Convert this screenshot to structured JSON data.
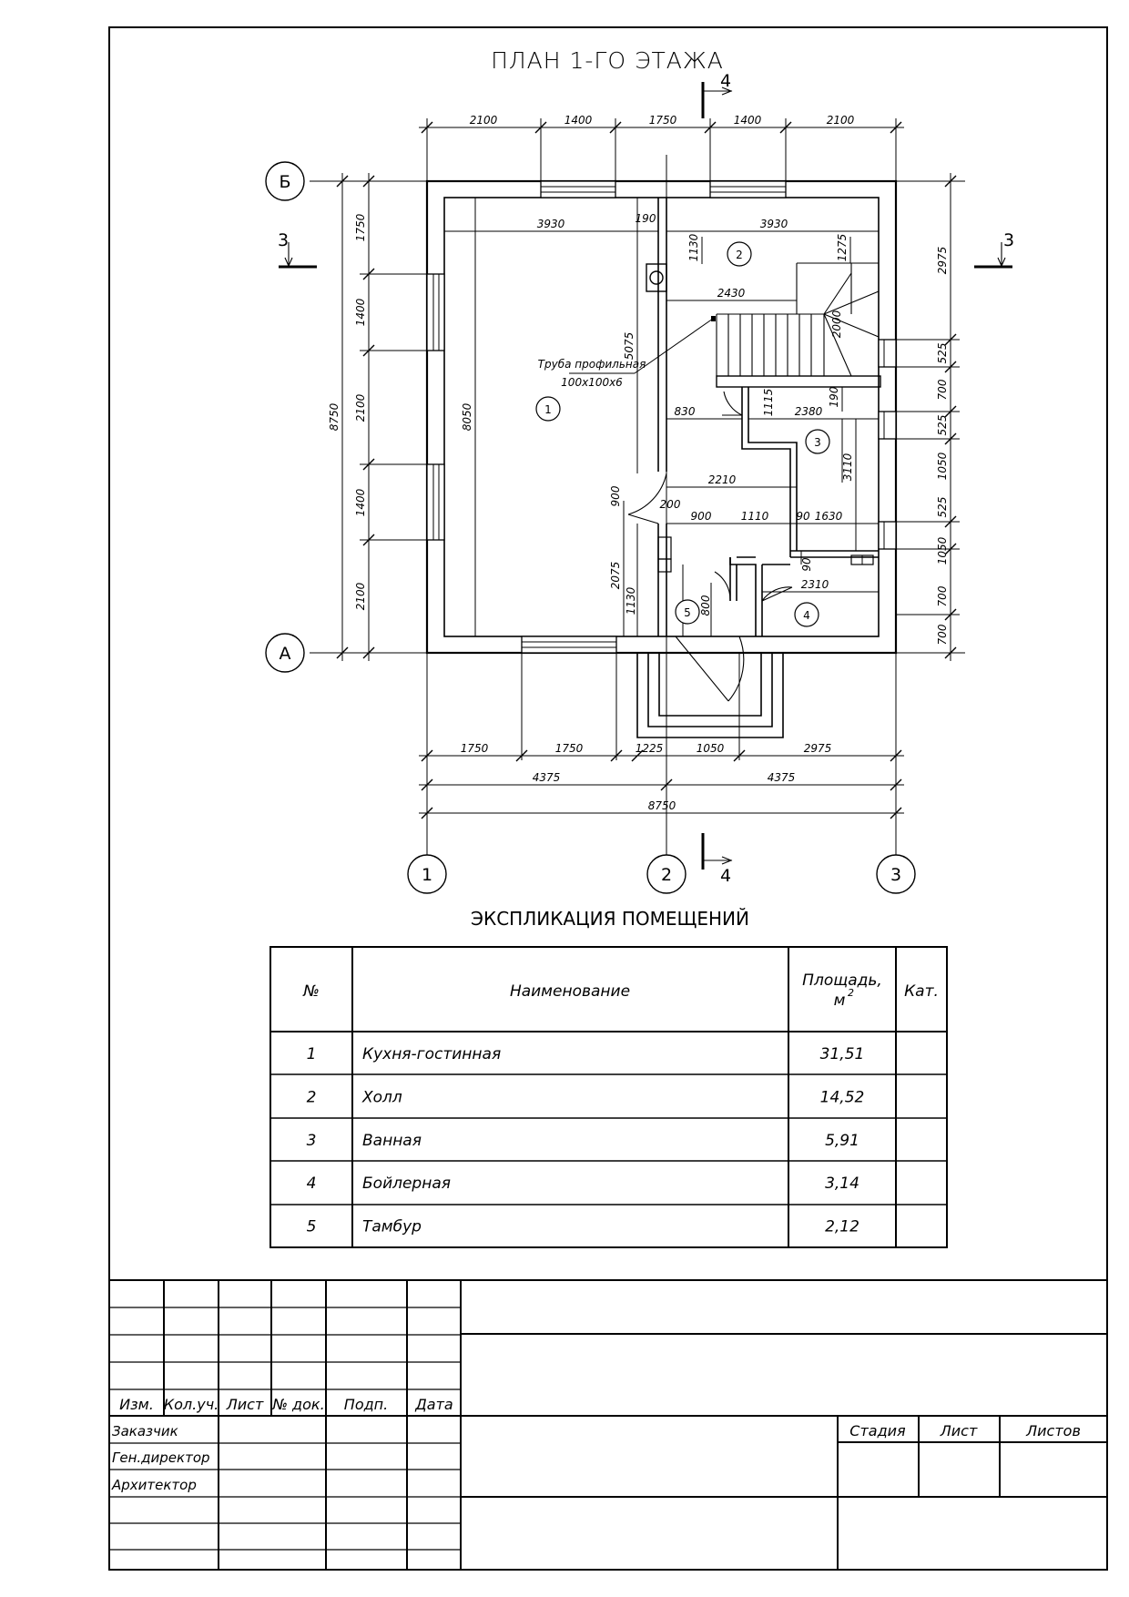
{
  "title": "ПЛАН 1-ГО ЭТАЖА",
  "section_mark_3": "3",
  "section_mark_4": "4",
  "axes": {
    "vertical": [
      "1",
      "2",
      "3"
    ],
    "horizontal": [
      "А",
      "Б"
    ]
  },
  "dimensions": {
    "top": [
      "2100",
      "1400",
      "1750",
      "1400",
      "2100"
    ],
    "bottom_row1": [
      "1750",
      "1750",
      "1225",
      "1050",
      "2975"
    ],
    "bottom_row2": [
      "4375",
      "4375"
    ],
    "bottom_total": "8750",
    "left_chain": [
      "1750",
      "1400",
      "2100",
      "1400",
      "2100"
    ],
    "left_total": "8750",
    "right_chain": [
      "2975",
      "525",
      "700",
      "525",
      "1050",
      "525",
      "1050",
      "700",
      "700"
    ],
    "interior": [
      "3930",
      "190",
      "3930",
      "1130",
      "1275",
      "2430",
      "2000",
      "5075",
      "8050",
      "830",
      "1115",
      "190",
      "2380",
      "3110",
      "2210",
      "900",
      "200",
      "900",
      "1110",
      "90",
      "1630",
      "90",
      "2310",
      "2075",
      "1130",
      "800"
    ]
  },
  "rooms": [
    "1",
    "2",
    "3",
    "4",
    "5"
  ],
  "pipe_label": [
    "Труба профильная",
    "100x100x6"
  ],
  "explication": {
    "title": "ЭКСПЛИКАЦИЯ ПОМЕЩЕНИЙ",
    "headers": [
      "№",
      "Наименование",
      "Площадь,",
      "м",
      "2",
      "Кат."
    ],
    "rows": [
      {
        "n": "1",
        "name": "Кухня-гостинная",
        "area": "31,51"
      },
      {
        "n": "2",
        "name": "Холл",
        "area": "14,52"
      },
      {
        "n": "3",
        "name": "Ванная",
        "area": "5,91"
      },
      {
        "n": "4",
        "name": "Бойлерная",
        "area": "3,14"
      },
      {
        "n": "5",
        "name": "Тамбур",
        "area": "2,12"
      }
    ]
  },
  "stamp": {
    "columns": [
      "Изм.",
      "Кол.уч.",
      "Лист",
      "№ док.",
      "Подп.",
      "Дата"
    ],
    "roles": [
      "Заказчик",
      "Ген.директор",
      "Архитектор"
    ],
    "stage_headers": [
      "Стадия",
      "Лист",
      "Листов"
    ]
  }
}
